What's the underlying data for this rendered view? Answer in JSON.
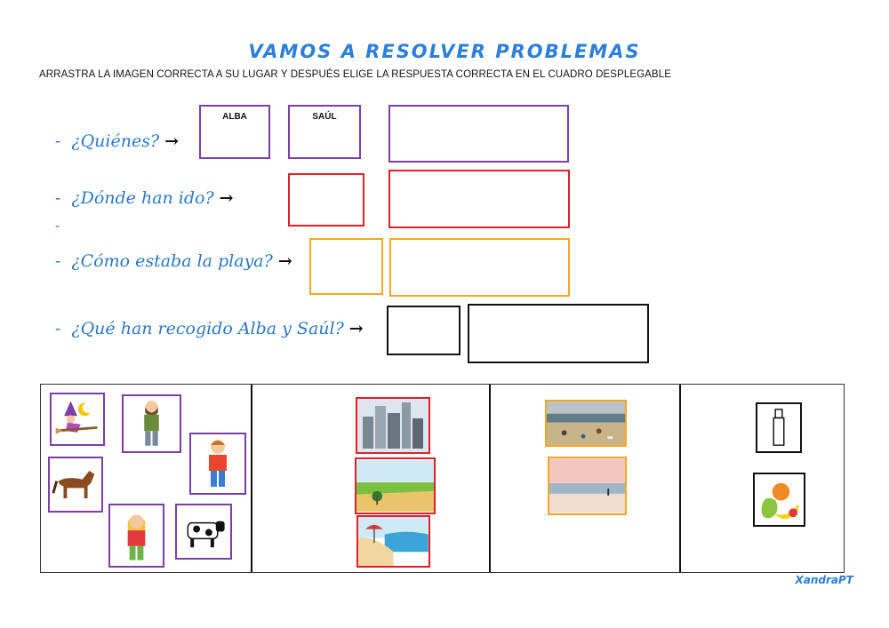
{
  "title": "VAMOS A RESOLVER PROBLEMAS",
  "instruction": "ARRASTRA LA IMAGEN CORRECTA A SU LUGAR Y DESPUÉS ELIGE LA RESPUESTA CORRECTA EN EL CUADRO DESPLEGABLE",
  "questions": [
    {
      "dash": "-",
      "text": "¿Quiénes?",
      "arrow": "→"
    },
    {
      "dash": "-",
      "text": "¿Dónde han ido?",
      "arrow": "→"
    },
    {
      "dash": "-",
      "text": "¿Cómo estaba la playa?",
      "arrow": "→"
    },
    {
      "dash": "-",
      "text": "¿Qué han recogido Alba y Saúl?",
      "arrow": "→"
    }
  ],
  "lone_dash": "-",
  "drop_labels": {
    "alba": "ALBA",
    "saul": "SAÚL"
  },
  "colors": {
    "title": "#2b7fd9",
    "question": "#2a78c8",
    "who": "#7b3fa6",
    "where": "#e21f26",
    "beach": "#f5a623",
    "collected": "#111111"
  },
  "image_bank": {
    "who": [
      "witch-icon",
      "man-icon",
      "boy-icon",
      "horse-icon",
      "girl-icon",
      "cow-icon"
    ],
    "where": [
      "city-icon",
      "countryside-icon",
      "beach-icon"
    ],
    "beach_state": [
      "dirty-beach-icon",
      "clean-beach-icon"
    ],
    "collected": [
      "bottle-icon",
      "fruit-icon"
    ]
  },
  "signature": "XandraPT"
}
